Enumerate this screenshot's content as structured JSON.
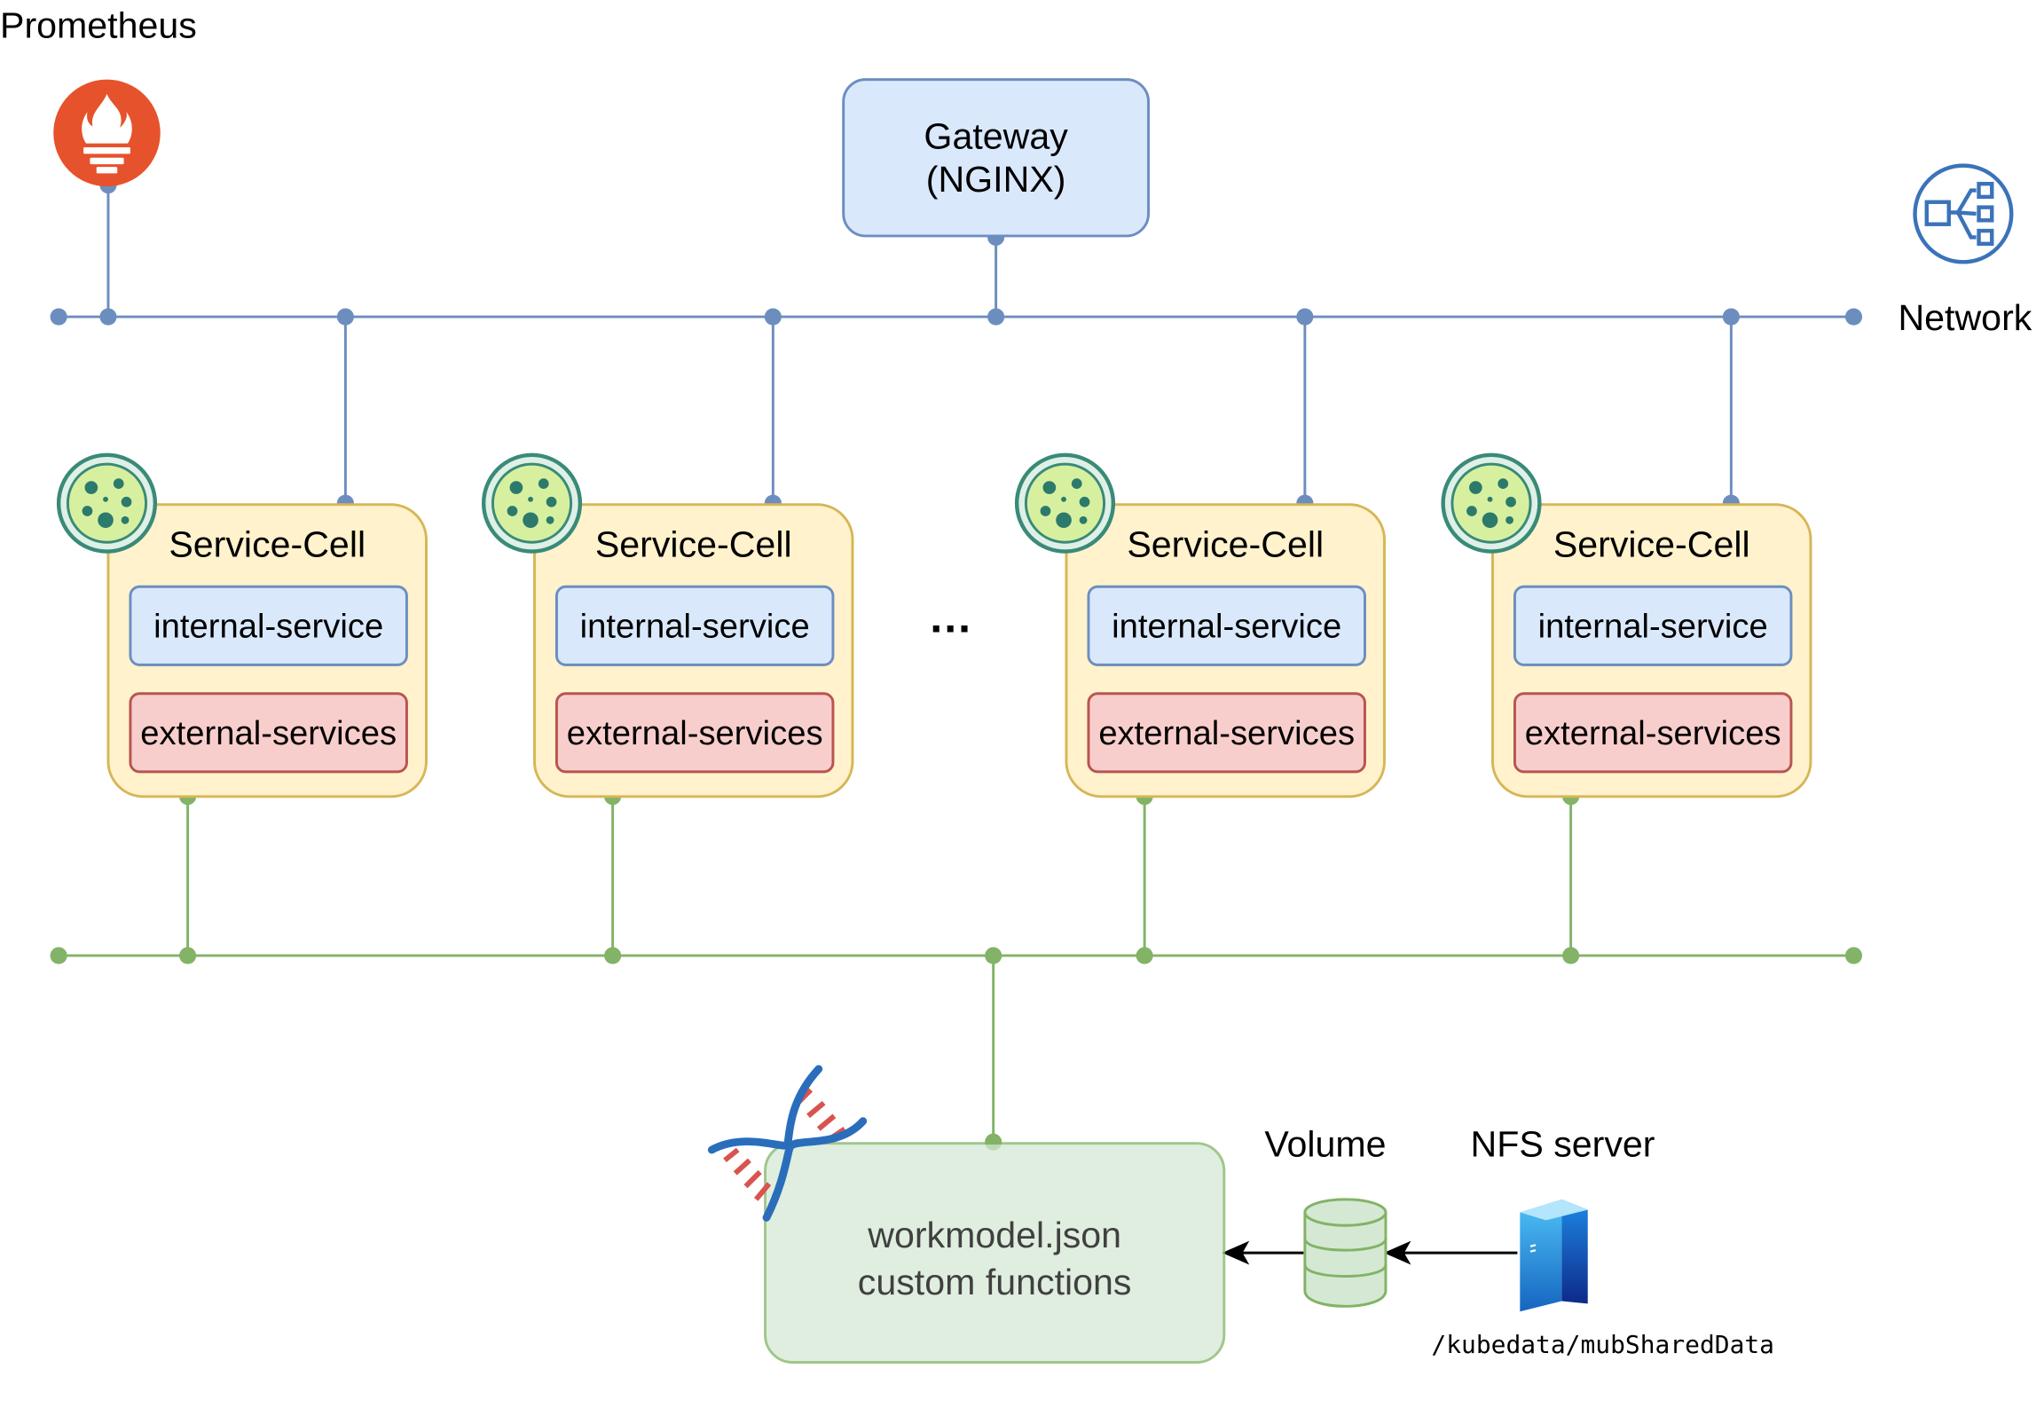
{
  "prometheus": {
    "label": "Prometheus",
    "icon": "prometheus-torch-icon",
    "color": "#e6522c"
  },
  "gateway": {
    "line1": "Gateway",
    "line2": "(NGINX)"
  },
  "network": {
    "label": "Network",
    "icon": "network-router-icon",
    "color": "#3b73b9"
  },
  "cells": [
    {
      "title": "Service-Cell",
      "internal": "internal-service",
      "external": "external-services"
    },
    {
      "title": "Service-Cell",
      "internal": "internal-service",
      "external": "external-services"
    },
    {
      "title": "Service-Cell",
      "internal": "internal-service",
      "external": "external-services"
    },
    {
      "title": "Service-Cell",
      "internal": "internal-service",
      "external": "external-services"
    }
  ],
  "cell_icon": "cell-culture-icon",
  "ellipsis": "…",
  "workmodel": {
    "line1": "workmodel.json",
    "line2": "custom functions",
    "icon": "dna-icon"
  },
  "volume": {
    "label": "Volume",
    "icon": "database-icon"
  },
  "nfs": {
    "label": "NFS server",
    "path": "/kubedata/mubSharedData",
    "icon": "server-icon"
  },
  "colors": {
    "blue_line": "#6c8ebf",
    "green_line": "#82b366"
  }
}
